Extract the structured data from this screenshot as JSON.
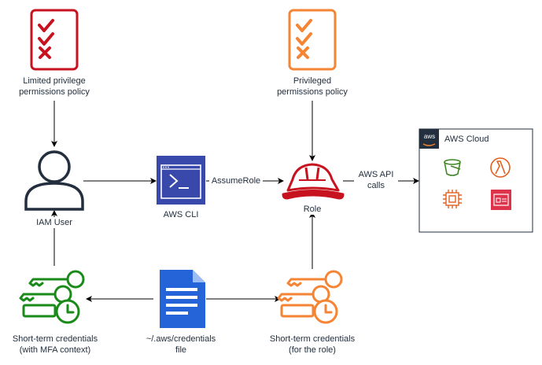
{
  "nodes": {
    "limited_policy": {
      "lines": [
        "Limited privilege",
        "permissions policy"
      ]
    },
    "privileged_policy": {
      "lines": [
        "Privileged",
        "permissions policy"
      ]
    },
    "iam_user": {
      "label": "IAM User"
    },
    "aws_cli": {
      "label": "AWS CLI"
    },
    "role": {
      "label": "Role"
    },
    "user_creds": {
      "lines": [
        "Short-term credentials",
        "(with MFA context)"
      ]
    },
    "credentials_file": {
      "lines": [
        "~/.aws/credentials",
        "file"
      ]
    },
    "role_creds": {
      "lines": [
        "Short-term credentials",
        "(for the role)"
      ]
    },
    "aws_cloud": {
      "title": "AWS Cloud",
      "badge": "aws"
    }
  },
  "edges": {
    "assume_role": "AssumeRole",
    "api_calls": [
      "AWS API",
      "calls"
    ]
  },
  "colors": {
    "red": "#c7131f",
    "orange": "#f58534",
    "green": "#1a8b1a",
    "blue": "#2563d9",
    "cli_blue": "#3949ab",
    "dark": "#232f3e",
    "edge": "#000000"
  },
  "icons": [
    "checklist-red-icon",
    "checklist-orange-icon",
    "user-icon",
    "terminal-icon",
    "hard-hat-icon",
    "keys-green-icon",
    "document-icon",
    "keys-orange-icon",
    "s3-bucket-icon",
    "lambda-icon",
    "chip-icon",
    "secrets-manager-icon"
  ]
}
